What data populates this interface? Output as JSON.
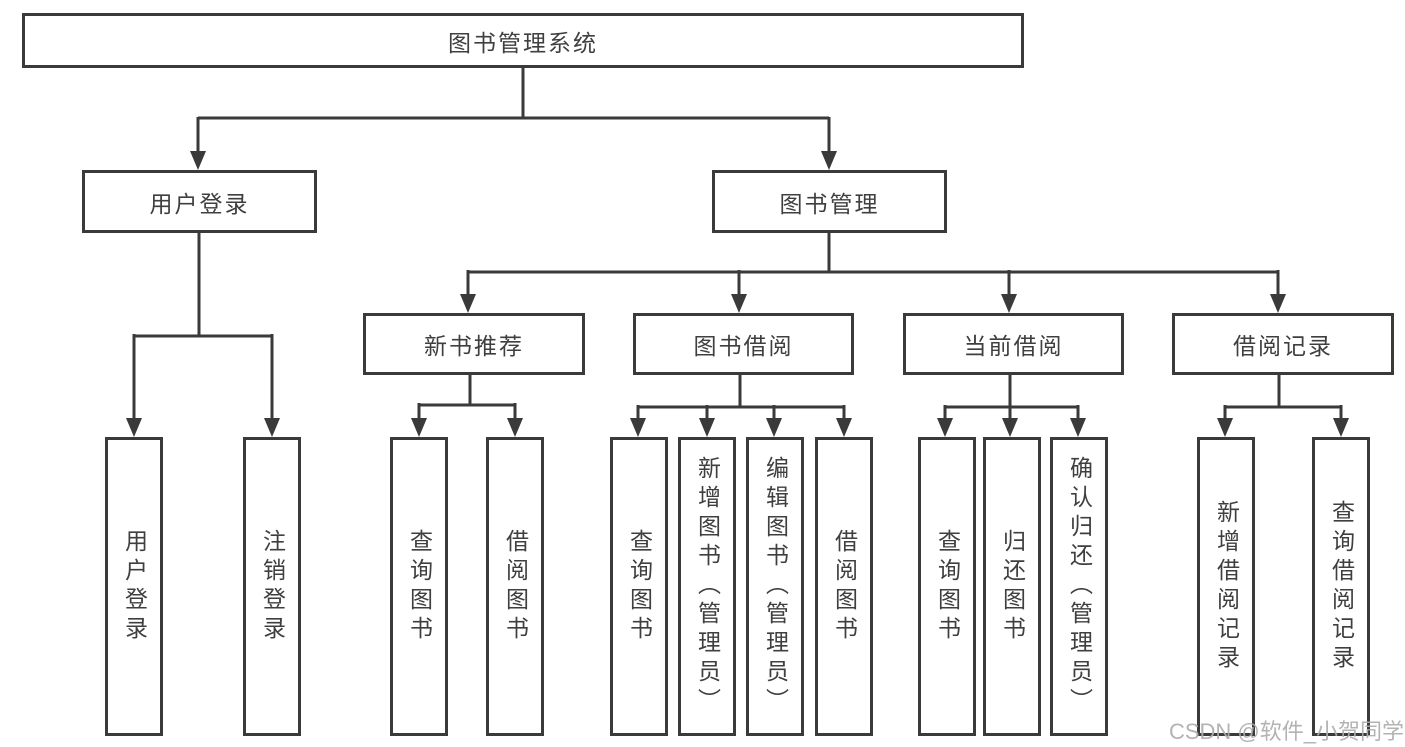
{
  "tree": {
    "root": {
      "label": "图书管理系统"
    },
    "branches": [
      {
        "label": "用户登录",
        "children": [
          {
            "label": "用户登录"
          },
          {
            "label": "注销登录"
          }
        ]
      },
      {
        "label": "图书管理",
        "children": [
          {
            "label": "新书推荐",
            "children": [
              {
                "label": "查询图书"
              },
              {
                "label": "借阅图书"
              }
            ]
          },
          {
            "label": "图书借阅",
            "children": [
              {
                "label": "查询图书"
              },
              {
                "label": "新增图书（管理员）"
              },
              {
                "label": "编辑图书（管理员）"
              },
              {
                "label": "借阅图书"
              }
            ]
          },
          {
            "label": "当前借阅",
            "children": [
              {
                "label": "查询图书"
              },
              {
                "label": "归还图书"
              },
              {
                "label": "确认归还（管理员）"
              }
            ]
          },
          {
            "label": "借阅记录",
            "children": [
              {
                "label": "新增借阅记录"
              },
              {
                "label": "查询借阅记录"
              }
            ]
          }
        ]
      }
    ]
  },
  "watermark": "CSDN @软件_小贺同学",
  "colors": {
    "line": "#3a3a3a",
    "text": "#3f3f3f",
    "watermark": "#acacac",
    "background": "#ffffff"
  }
}
